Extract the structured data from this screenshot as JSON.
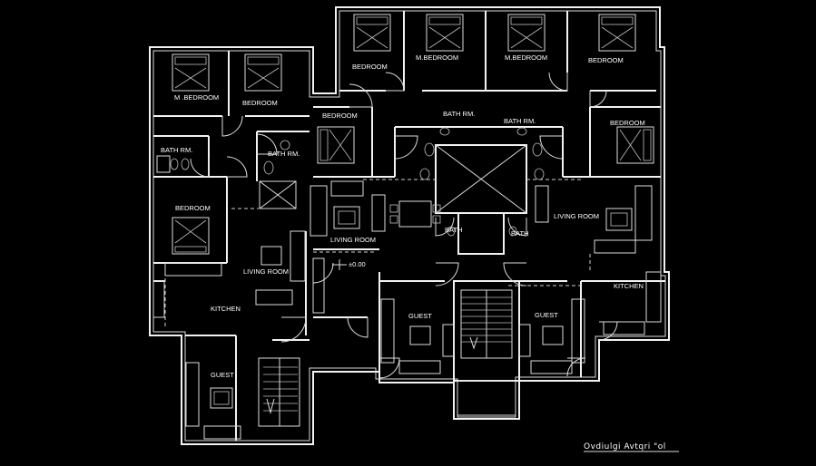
{
  "plan": {
    "caption": "Ovdiulgi Avtqri \"ol",
    "level_mark": "±0.00",
    "rooms": {
      "m_bedroom_left": "M .BEDROOM",
      "bedroom_left_top": "BEDROOM",
      "bath_left_a": "BATH RM.",
      "bath_left_b": "BATH RM.",
      "bedroom_left_mid": "BEDROOM",
      "living_left": "LIVING ROOM",
      "kitchen_left": "KITCHEN",
      "guest_left": "GUEST",
      "bedroom_top_1": "BEDROOM",
      "m_bedroom_top_2": "M.BEDROOM",
      "m_bedroom_top_3": "M.BEDROOM",
      "bedroom_top_4": "BEDROOM",
      "bedroom_mid_left": "BEDROOM",
      "bath_center_a": "BATH RM.",
      "bath_center_b": "BATH RM.",
      "bedroom_mid_right": "BEDROOM",
      "living_center": "LIVING ROOM",
      "living_right": "LIVING ROOM",
      "bath_small_a": "BATH",
      "bath_small_b": "BATH",
      "kitchen_right": "KITCHEN",
      "guest_center": "GUEST",
      "guest_right": "GUEST"
    }
  }
}
